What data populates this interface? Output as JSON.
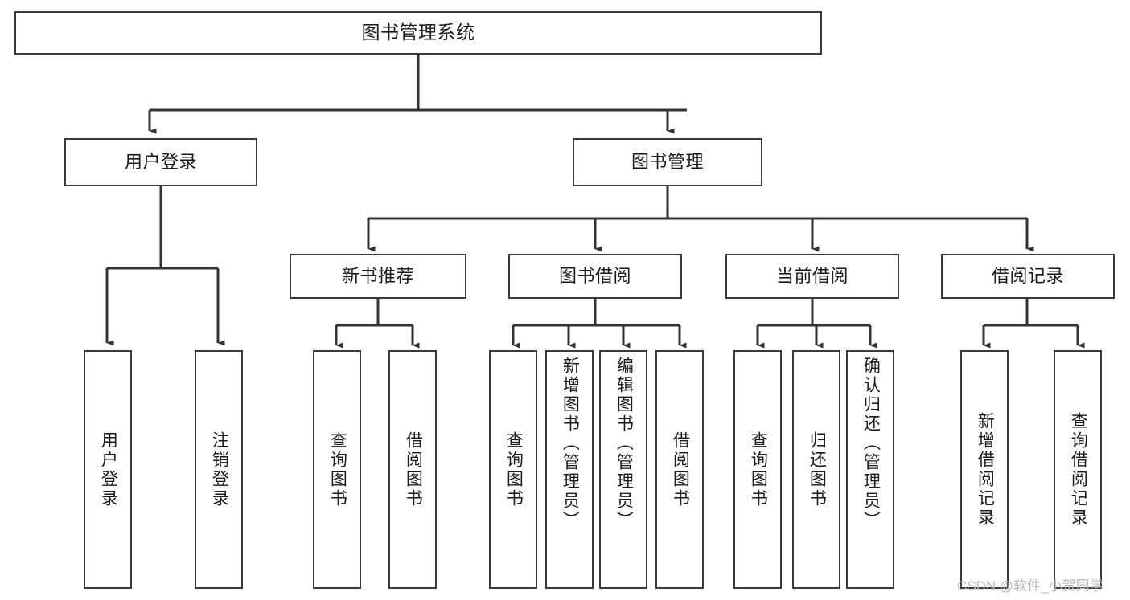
{
  "diagram": {
    "type": "hierarchy-tree",
    "title": "图书管理系统",
    "watermark": "CSDN @软件_小贺同学",
    "colors": {
      "box_border": "#3a3a3a",
      "box_fill": "#ffffff",
      "connector": "#333333",
      "text": "#1a1a1a",
      "watermark": "#b9b9b9"
    },
    "root": {
      "label": "图书管理系统"
    },
    "level2": [
      {
        "id": "user-login",
        "label": "用户登录"
      },
      {
        "id": "book-manage",
        "label": "图书管理"
      }
    ],
    "level3": [
      {
        "id": "new-book-recommend",
        "label": "新书推荐",
        "parent": "book-manage"
      },
      {
        "id": "book-borrow",
        "label": "图书借阅",
        "parent": "book-manage"
      },
      {
        "id": "current-borrow",
        "label": "当前借阅",
        "parent": "book-manage"
      },
      {
        "id": "borrow-record",
        "label": "借阅记录",
        "parent": "book-manage"
      }
    ],
    "leaves": [
      {
        "id": "leaf-user-login",
        "label": "用户登录",
        "parent": "user-login"
      },
      {
        "id": "leaf-logout",
        "label": "注销登录",
        "parent": "user-login"
      },
      {
        "id": "leaf-query-book-1",
        "label": "查询图书",
        "parent": "new-book-recommend"
      },
      {
        "id": "leaf-borrow-book-1",
        "label": "借阅图书",
        "parent": "new-book-recommend"
      },
      {
        "id": "leaf-query-book-2",
        "label": "查询图书",
        "parent": "book-borrow"
      },
      {
        "id": "leaf-add-book",
        "label": "新增图书（管理员）",
        "parent": "book-borrow"
      },
      {
        "id": "leaf-edit-book",
        "label": "编辑图书（管理员）",
        "parent": "book-borrow"
      },
      {
        "id": "leaf-borrow-book-2",
        "label": "借阅图书",
        "parent": "book-borrow"
      },
      {
        "id": "leaf-query-book-3",
        "label": "查询图书",
        "parent": "current-borrow"
      },
      {
        "id": "leaf-return-book",
        "label": "归还图书",
        "parent": "current-borrow"
      },
      {
        "id": "leaf-confirm-return",
        "label": "确认归还（管理员）",
        "parent": "current-borrow"
      },
      {
        "id": "leaf-add-record",
        "label": "新增借阅记录",
        "parent": "borrow-record"
      },
      {
        "id": "leaf-query-record",
        "label": "查询借阅记录",
        "parent": "borrow-record"
      }
    ]
  }
}
